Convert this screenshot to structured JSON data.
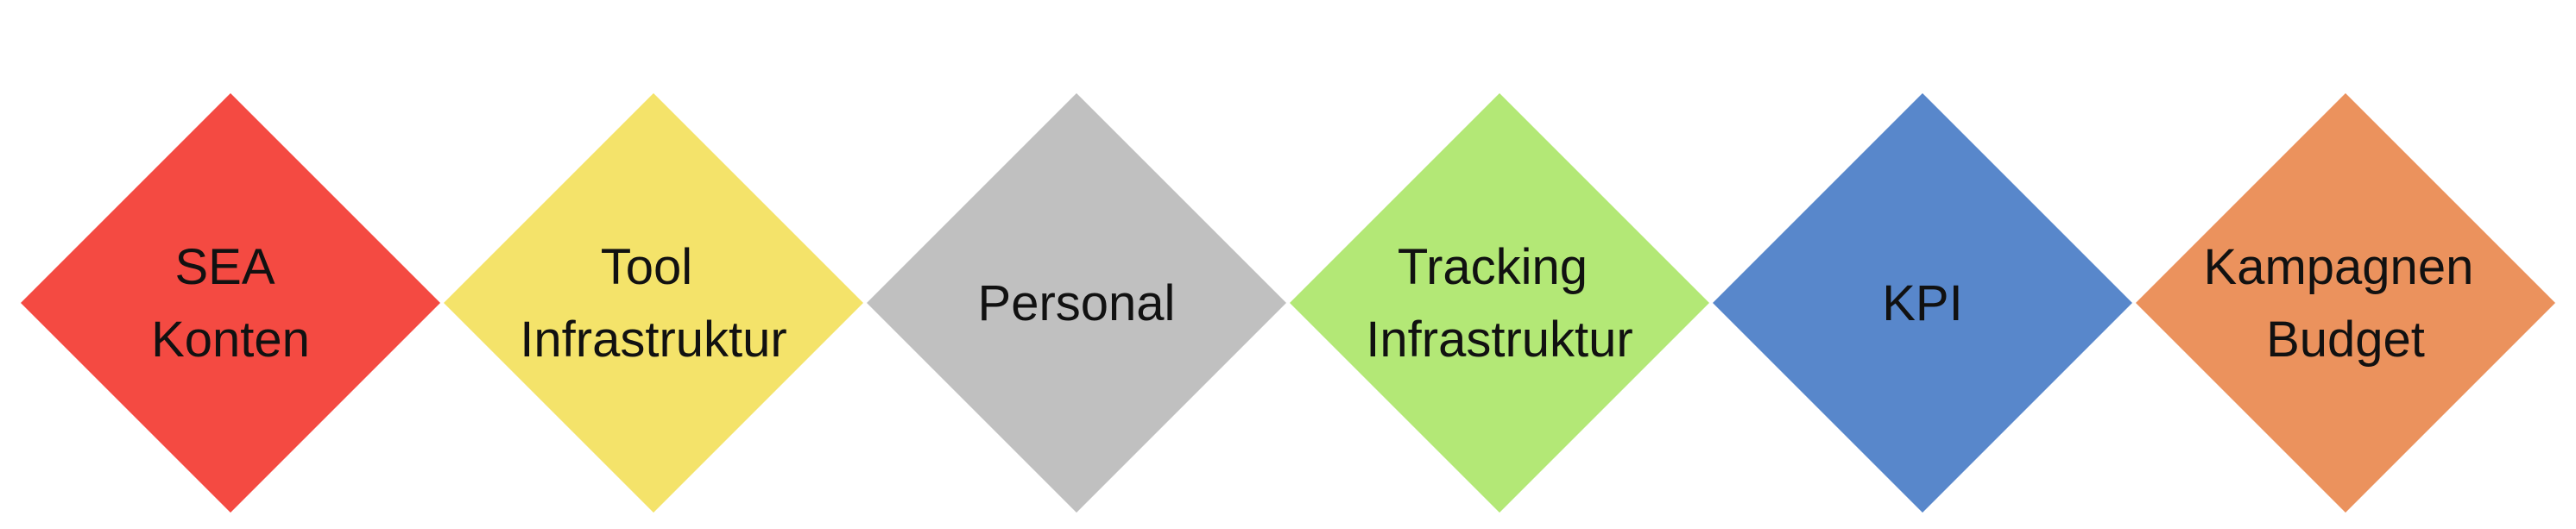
{
  "diagram": {
    "items": [
      {
        "lines": [
          "SEA",
          "Konten"
        ],
        "color": "#f44a42"
      },
      {
        "lines": [
          "Tool",
          "Infrastruktur"
        ],
        "color": "#f4e36a"
      },
      {
        "lines": [
          "Personal"
        ],
        "color": "#c0c0c0"
      },
      {
        "lines": [
          "Tracking",
          "Infrastruktur"
        ],
        "color": "#b3e876"
      },
      {
        "lines": [
          "KPI"
        ],
        "color": "#5887cb"
      },
      {
        "lines": [
          "Kampagnen",
          "Budget"
        ],
        "color": "#eb925d"
      }
    ]
  }
}
